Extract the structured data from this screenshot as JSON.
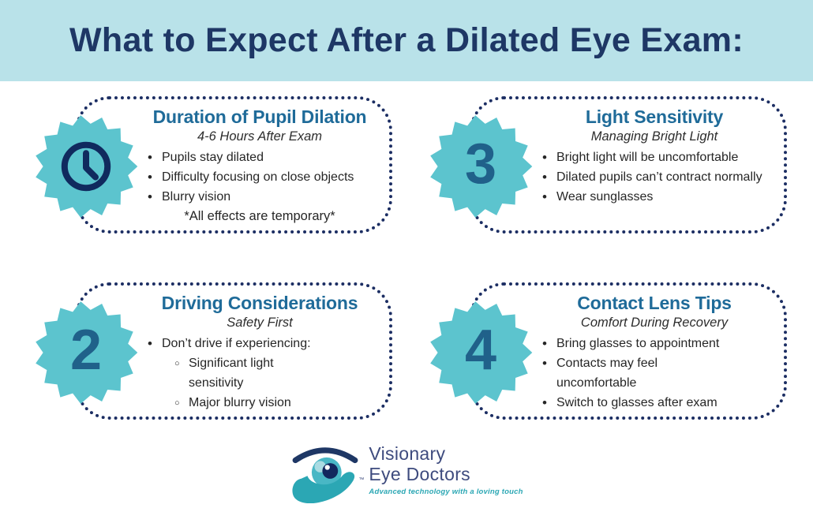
{
  "header": {
    "title": "What to Expect After a Dilated Eye Exam:"
  },
  "cards": [
    {
      "icon": "clock-icon",
      "badge": "",
      "title": "Duration of Pupil Dilation",
      "subtitle": "4-6 Hours After Exam",
      "bullets": [
        "Pupils stay dilated",
        "Difficulty focusing on close objects",
        "Blurry vision"
      ],
      "footnote": "*All effects are temporary*"
    },
    {
      "badge": "3",
      "title": "Light Sensitivity",
      "subtitle": "Managing Bright Light",
      "bullets": [
        "Bright light will be uncomfortable",
        "Dilated pupils can’t contract normally",
        "Wear sunglasses"
      ]
    },
    {
      "badge": "2",
      "title": "Driving Considerations",
      "subtitle": "Safety First",
      "bullets": [
        "Don’t drive if experiencing:"
      ],
      "sub_bullets": [
        "Significant light sensitivity",
        "Major blurry vision"
      ]
    },
    {
      "badge": "4",
      "title": "Contact Lens Tips",
      "subtitle": "Comfort During Recovery",
      "bullets": [
        "Bring glasses to appointment",
        "Contacts may feel uncomfortable",
        "Switch to glasses after exam"
      ]
    }
  ],
  "footer": {
    "logo_name_line1": "Visionary",
    "logo_name_line2": "Eye Doctors",
    "tagline": "Advanced technology with a loving touch",
    "trademark": "™"
  },
  "colors": {
    "header_bg": "#b9e2e9",
    "header_text": "#1e3765",
    "card_border": "#1c2e63",
    "starburst": "#5cc4ce",
    "title_blue": "#1f6b99",
    "badge_number": "#20618a",
    "body_text": "#262626",
    "logo_navy": "#3e4b7e",
    "logo_teal": "#2ba7b4"
  }
}
